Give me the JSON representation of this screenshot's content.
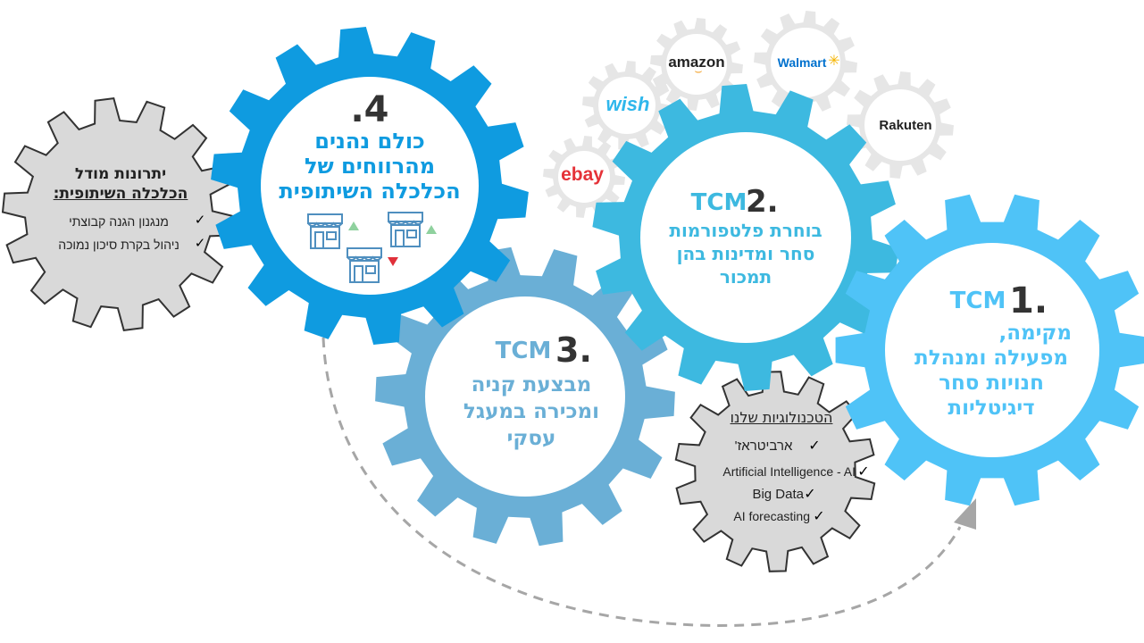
{
  "gears": [
    {
      "id": "g1",
      "number": "1.",
      "brand": "TCM",
      "lines": [
        "מקימה,",
        "מפעילה ומנהלת",
        "חנויות סחר",
        "דיגיטליות"
      ],
      "color": "#4fc3f7"
    },
    {
      "id": "g2",
      "number": "2.",
      "brand": "TCM",
      "lines": [
        "בוחרת פלטפורמות",
        "סחר ומדינות בהן",
        "תמכור"
      ],
      "color": "#3db9e0"
    },
    {
      "id": "g3",
      "number": "3.",
      "brand": "TCM",
      "lines": [
        "מבצעת קניה",
        "ומכירה במעגל",
        "עסקי"
      ],
      "color": "#6aafd6"
    },
    {
      "id": "g4",
      "number": "4.",
      "brand": "",
      "lines": [
        "כולם נהנים",
        "מהרווחים של",
        "הכלכלה השיתופית"
      ],
      "color": "#0f9be0"
    }
  ],
  "platforms": [
    "amazon",
    "Walmart",
    "wish",
    "Rakuten",
    "ebay"
  ],
  "tech_box": {
    "title": "הטכנולוגיות שלנו",
    "items": [
      "ארביטראז'",
      "Artificial Intelligence - AI",
      "Big Data",
      "AI forecasting"
    ]
  },
  "advantages_box": {
    "title_line1": "יתרונות מודל",
    "title_line2": "הכלכלה השיתופית:",
    "items": [
      "מנגנון הגנה קבוצתי",
      "ניהול בקרת סיכון נמוכה"
    ]
  },
  "colors": {
    "gray_gear": "#d9d9d9",
    "gray_outline": "#333333",
    "light_gear": "#e6e6e6",
    "store": "#4f8fbf",
    "up": "#8fd19e",
    "down": "#e0303a",
    "arrow": "#a6a6a6"
  }
}
